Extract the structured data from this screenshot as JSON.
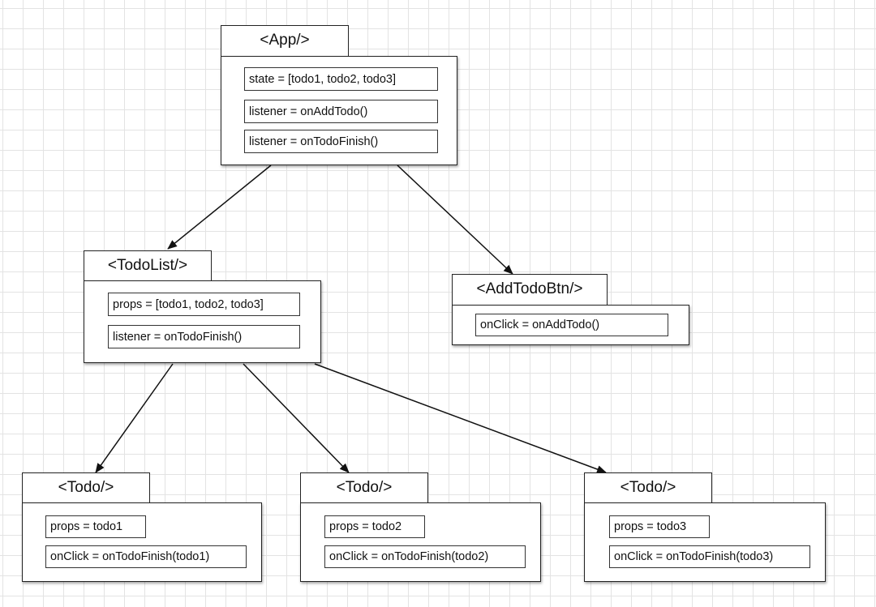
{
  "nodes": {
    "app": {
      "title": "<App/>",
      "fields": [
        "state = [todo1, todo2, todo3]",
        "listener = onAddTodo()",
        "listener = onTodoFinish()"
      ]
    },
    "todolist": {
      "title": "<TodoList/>",
      "fields": [
        "props = [todo1, todo2, todo3]",
        "listener = onTodoFinish()"
      ]
    },
    "addtodobtn": {
      "title": "<AddTodoBtn/>",
      "fields": [
        "onClick = onAddTodo()"
      ]
    },
    "todo1": {
      "title": "<Todo/>",
      "fields": [
        "props = todo1",
        "onClick = onTodoFinish(todo1)"
      ]
    },
    "todo2": {
      "title": "<Todo/>",
      "fields": [
        "props = todo2",
        "onClick = onTodoFinish(todo2)"
      ]
    },
    "todo3": {
      "title": "<Todo/>",
      "fields": [
        "props = todo3",
        "onClick = onTodoFinish(todo3)"
      ]
    }
  },
  "edges": [
    {
      "from": "app",
      "to": "todolist"
    },
    {
      "from": "app",
      "to": "addtodobtn"
    },
    {
      "from": "todolist",
      "to": "todo1"
    },
    {
      "from": "todolist",
      "to": "todo2"
    },
    {
      "from": "todolist",
      "to": "todo3"
    }
  ]
}
